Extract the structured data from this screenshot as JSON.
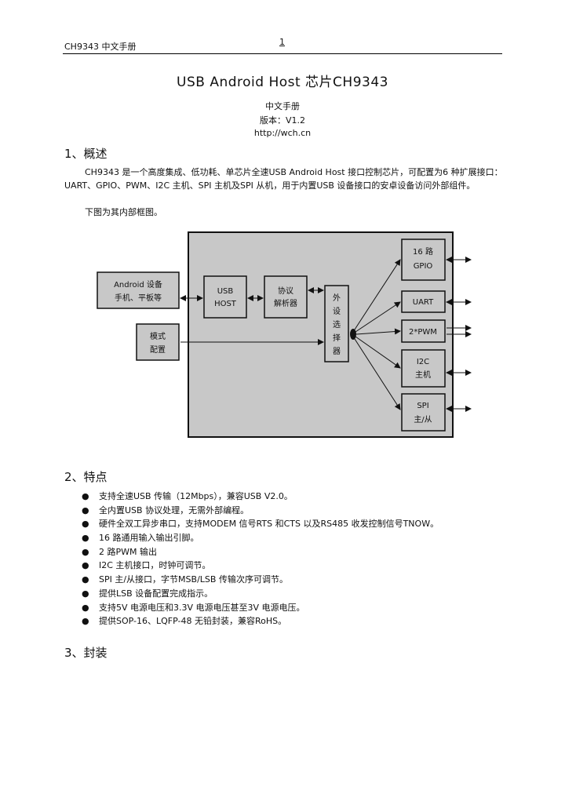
{
  "header": {
    "doc_name": "CH9343 中文手册",
    "page_number": "1"
  },
  "title": "USB Android Host 芯片CH9343",
  "subtitle_lines": [
    "中文手册",
    "版本：V1.2",
    "http://wch.cn"
  ],
  "section1": {
    "heading": "1、概述",
    "paragraph": "CH9343 是一个高度集成、低功耗、单芯片全速USB Android Host 接口控制芯片，可配置为6 种扩展接口：UART、GPIO、PWM、I2C 主机、SPI 主机及SPI 从机，用于内置USB 设备接口的安卓设备访问外部组件。",
    "note": "下图为其内部框图。"
  },
  "diagram": {
    "android_block": [
      "Android 设备",
      "手机、平板等"
    ],
    "mode_block": [
      "模式",
      "配置"
    ],
    "usb_host": [
      "USB",
      "HOST"
    ],
    "protocol": [
      "协议",
      "解析器"
    ],
    "selector": [
      "外",
      "设",
      "选",
      "择",
      "器"
    ],
    "gpio": [
      "16 路",
      "GPIO"
    ],
    "uart": [
      "UART"
    ],
    "pwm": [
      "2*PWM"
    ],
    "i2c": [
      "I2C",
      "主机"
    ],
    "spi": [
      "SPI",
      "主/从"
    ]
  },
  "section2": {
    "heading": "2、特点",
    "features": [
      "支持全速USB 传输（12Mbps），兼容USB V2.0。",
      "全内置USB 协议处理，无需外部编程。",
      "硬件全双工异步串口，支持MODEM 信号RTS 和CTS 以及RS485 收发控制信号TNOW。",
      "16 路通用输入输出引脚。",
      "2 路PWM 输出",
      "I2C 主机接口，时钟可调节。",
      "SPI 主/从接口，字节MSB/LSB 传输次序可调节。",
      "提供LSB 设备配置完成指示。",
      "支持5V 电源电压和3.3V 电源电压甚至3V 电源电压。",
      "提供SOP-16、LQFP-48 无铅封装，兼容RoHS。"
    ]
  },
  "section3": {
    "heading": "3、封装"
  }
}
